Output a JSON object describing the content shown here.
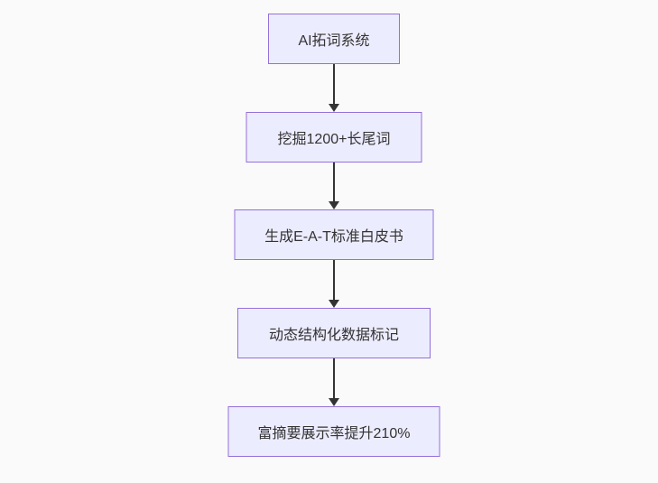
{
  "diagram": {
    "type": "flowchart",
    "direction": "top-down",
    "nodes": [
      {
        "label": "AI拓词系统"
      },
      {
        "label": "挖掘1200+长尾词"
      },
      {
        "label": "生成E-A-T标准白皮书"
      },
      {
        "label": "动态结构化数据标记"
      },
      {
        "label": "富摘要展示率提升210%"
      }
    ],
    "edges": [
      {
        "from": 0,
        "to": 1
      },
      {
        "from": 1,
        "to": 2
      },
      {
        "from": 2,
        "to": 3
      },
      {
        "from": 3,
        "to": 4
      }
    ],
    "colors": {
      "node_fill": "#ECECFF",
      "node_border": "#9370DB",
      "arrow": "#333333",
      "text": "#333333",
      "background": "#fafafa"
    }
  }
}
